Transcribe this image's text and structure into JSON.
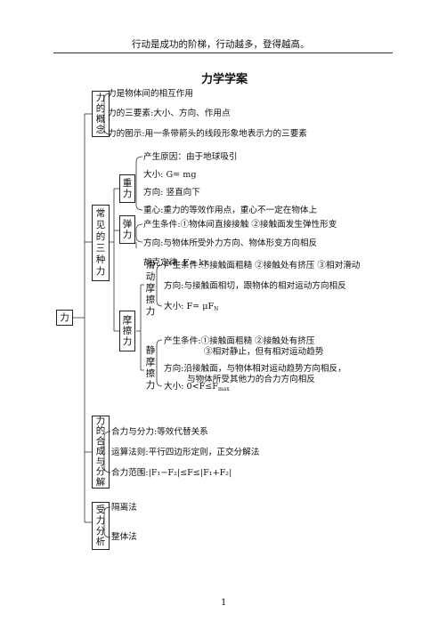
{
  "header": {
    "motto": "行动是成功的阶梯，行动越多，登得越高。"
  },
  "title": "力学学案",
  "root": "力",
  "sections": {
    "concept": {
      "label": "力的概念",
      "items": [
        "力是物体间的相互作用",
        "力的三要素:大小、方向、作用点",
        "力的图示:用一条带箭头的线段形象地表示力的三要素"
      ]
    },
    "common_forces": {
      "label": "常见的三种力",
      "gravity": {
        "label": "重力",
        "items": [
          "产生原因：由于地球吸引",
          "大小: G= mg",
          "方向: 竖直向下",
          "重心:重力的等效作用点，重心不一定在物体上"
        ]
      },
      "elastic": {
        "label": "弹力",
        "items": [
          "产生条件:①物体间直接接触  ②接触面发生弹性形变",
          "方向:与物体所受外力方向、物体形变方向相反",
          "胡克定律: F= kx"
        ]
      },
      "friction": {
        "label": "摩擦力",
        "sliding": {
          "label": "滑动摩擦力",
          "items": [
            "产生条件:①接触面粗糙  ②接触处有挤压  ③相对滑动",
            "方向:与接触面相切，跟物体的相对运动方向相反",
            "大小: F= μF"
          ],
          "size_sub": "N"
        },
        "static": {
          "label": "静摩擦力",
          "condition_1": "产生条件:①接触面粗糙  ②接触处有挤压",
          "condition_2": "③相对静止，但有相对运动趋势",
          "direction_1": "方向:沿接触面，与物体相对运动趋势方向相反，",
          "direction_2": "与物体所受其他力的合力方向相反",
          "size": "大小: 0<F≤F",
          "size_sub": "max"
        }
      }
    },
    "composition": {
      "label": "力的合成与分解",
      "items": [
        "合力与分力:等效代替关系",
        "运算法则:平行四边形定则，正交分解法",
        "合力范围:|F₁−F₂|≤F≤|F₁+F₂|"
      ]
    },
    "analysis": {
      "label": "受力分析",
      "items": [
        "隔离法",
        "整体法"
      ]
    }
  },
  "footer": {
    "page_number": "1"
  }
}
